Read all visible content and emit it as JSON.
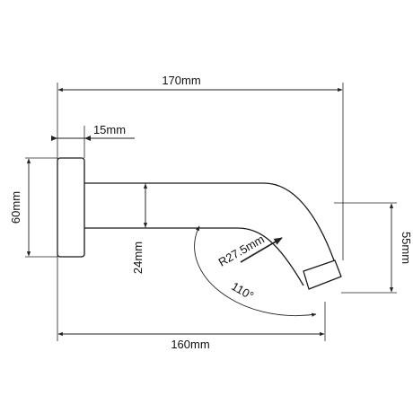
{
  "colors": {
    "background": "#ffffff",
    "outline": "#1a1a1a",
    "dimension": "#222222",
    "text": "#111111"
  },
  "dimensions": {
    "overall_length": "170mm",
    "flange_thickness": "15mm",
    "flange_diameter": "60mm",
    "arm_diameter": "24mm",
    "drop_height": "55mm",
    "bend_radius": "R27.5mm",
    "bend_angle": "110°",
    "reach_length": "160mm"
  }
}
